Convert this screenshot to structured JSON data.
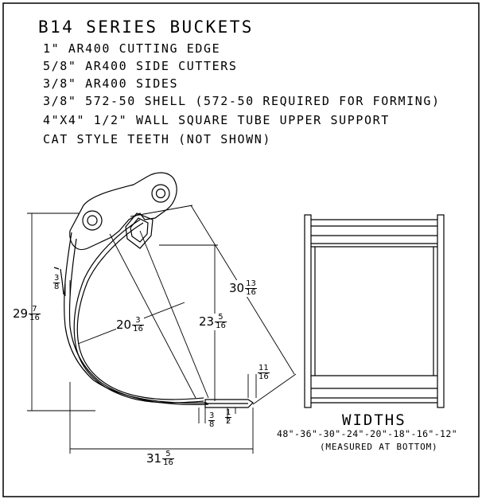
{
  "title": "B14 SERIES   BUCKETS",
  "specs": [
    "1\" AR400 CUTTING EDGE",
    "5/8\" AR400 SIDE CUTTERS",
    "3/8\" AR400 SIDES",
    "3/8\" 572-50  SHELL (572-50 REQUIRED FOR FORMING)",
    "4\"X4\"  1/2\" WALL SQUARE TUBE UPPER SUPPORT",
    "CAT  STYLE TEETH (NOT SHOWN)"
  ],
  "dimensions": {
    "height": {
      "whole": "29",
      "num": "7",
      "den": "16"
    },
    "length": {
      "whole": "31",
      "num": "5",
      "den": "16"
    },
    "reach_inner": {
      "whole": "20",
      "num": "3",
      "den": "16"
    },
    "depth": {
      "whole": "23",
      "num": "5",
      "den": "16"
    },
    "opening": {
      "whole": "30",
      "num": "13",
      "den": "16"
    },
    "side_cutter": {
      "whole": "",
      "num": "3",
      "den": "8"
    },
    "edge_thickness": {
      "whole": "",
      "num": "11",
      "den": "16"
    },
    "edge_bottom_a": {
      "whole": "",
      "num": "3",
      "den": "8"
    },
    "edge_bottom_b": {
      "whole": "",
      "num": "1",
      "den": "2"
    }
  },
  "widths": {
    "title": "WIDTHS",
    "list": "48\"-36\"-30\"-24\"-20\"-18\"-16\"-12\"",
    "note": "(MEASURED AT BOTTOM)"
  }
}
